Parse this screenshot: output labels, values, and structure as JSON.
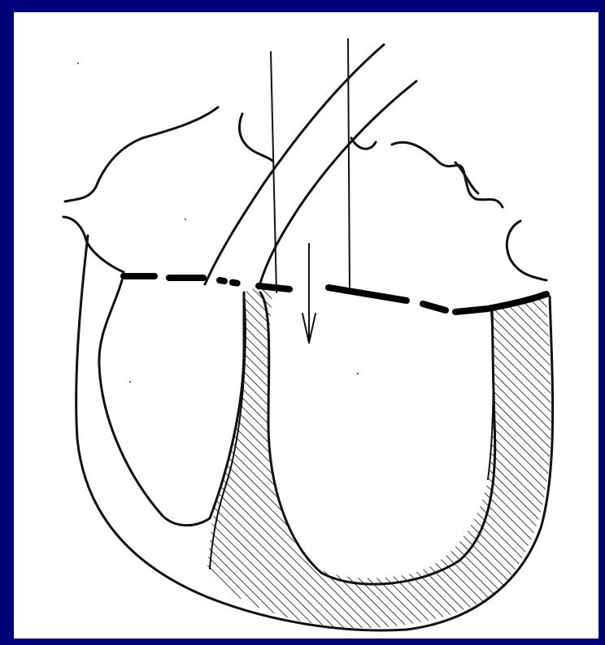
{
  "slide": {
    "background_color": "#00007a",
    "panel_color": "#ffffff",
    "ink_color": "#111111"
  },
  "figure": {
    "components": [
      "left-atrium-outline",
      "right-atrium-outline",
      "left-ventricle-chamber",
      "right-ventricle-chamber",
      "interventricular-septum-hatched",
      "ventricular-free-wall-hatched",
      "atrioventricular-valve-plane-dashed",
      "catheter-tube",
      "wires",
      "downward-arrow"
    ]
  }
}
